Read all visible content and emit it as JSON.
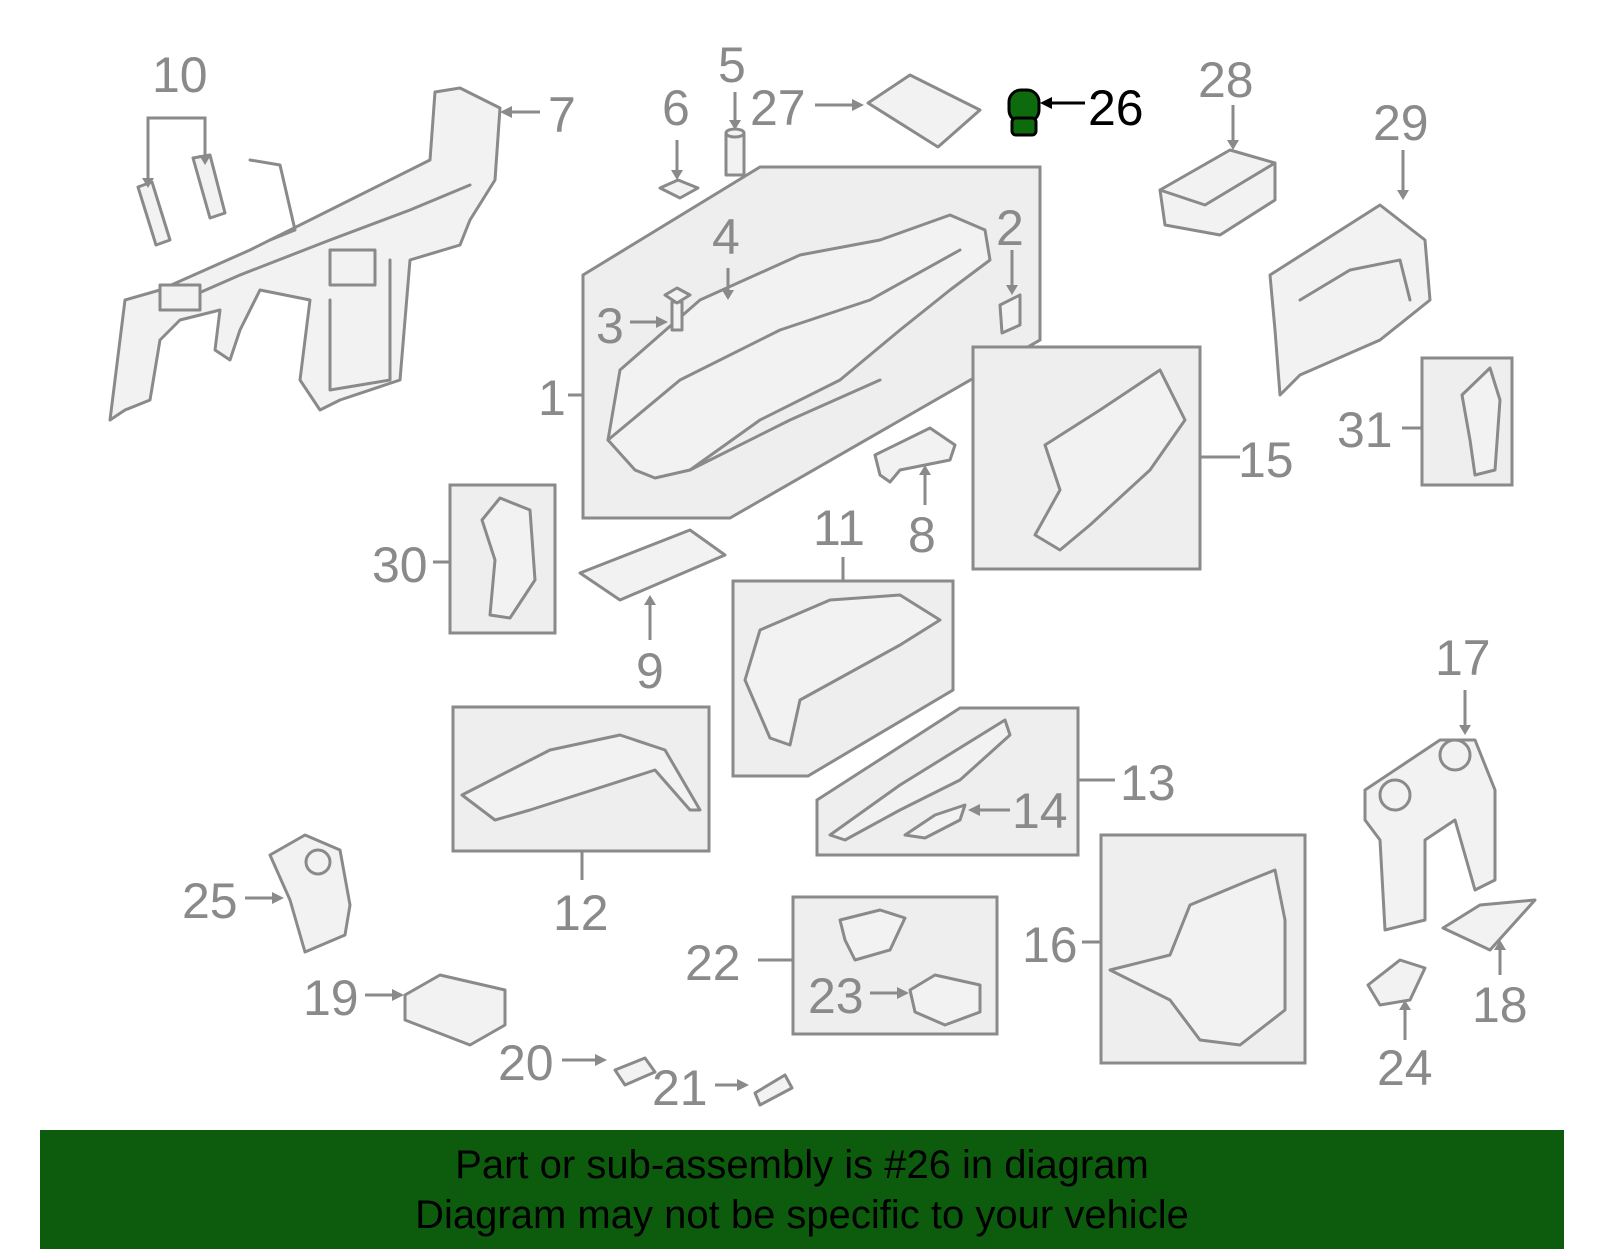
{
  "highlight": "26",
  "colors": {
    "banner": "#0d5c0d",
    "highlight_part": "#0d6b0d",
    "line": "#8a8a8a"
  },
  "callouts": [
    "1",
    "2",
    "3",
    "4",
    "5",
    "6",
    "7",
    "8",
    "9",
    "10",
    "11",
    "12",
    "13",
    "14",
    "15",
    "16",
    "17",
    "18",
    "19",
    "20",
    "21",
    "22",
    "23",
    "24",
    "25",
    "26",
    "27",
    "28",
    "29",
    "30",
    "31"
  ],
  "banner": {
    "line1": "Part or sub-assembly is #26 in diagram",
    "line2": "Diagram may not be specific to your vehicle"
  }
}
